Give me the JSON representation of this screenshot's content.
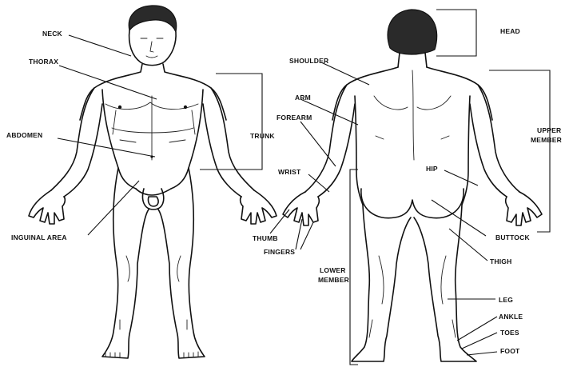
{
  "labels": {
    "neck": "NECK",
    "thorax": "THORAX",
    "abdomen": "ABDOMEN",
    "trunk": "TRUNK",
    "inguinal_area": "INGUINAL  AREA",
    "head": "HEAD",
    "shoulder": "SHOULDER",
    "arm": "ARM",
    "forearm": "FOREARM",
    "upper_member": [
      "UPPER",
      "MEMBER"
    ],
    "wrist": "WRIST",
    "hip": "HIP",
    "thumb": "THUMB",
    "fingers": "FINGERS",
    "buttock": "BUTTOCK",
    "thigh": "THIGH",
    "lower_member": [
      "LOWER",
      "MEMBER"
    ],
    "leg": "LEG",
    "ankle": "ANKLE",
    "toes": "TOES",
    "foot": "FOOT"
  }
}
